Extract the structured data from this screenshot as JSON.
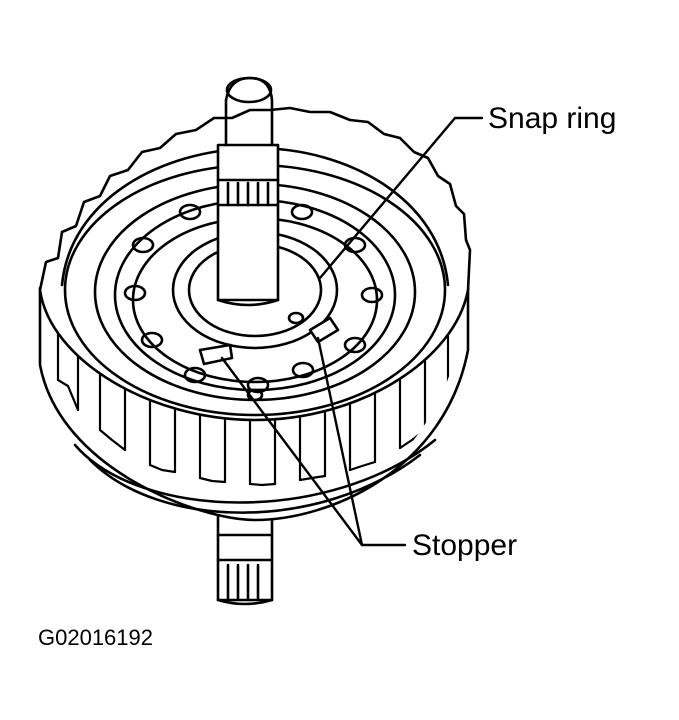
{
  "figure": {
    "callouts": {
      "snap_ring": "Snap ring",
      "stopper": "Stopper"
    },
    "figure_id": "G02016192"
  },
  "colors": {
    "line": "#000000",
    "background": "#ffffff"
  }
}
